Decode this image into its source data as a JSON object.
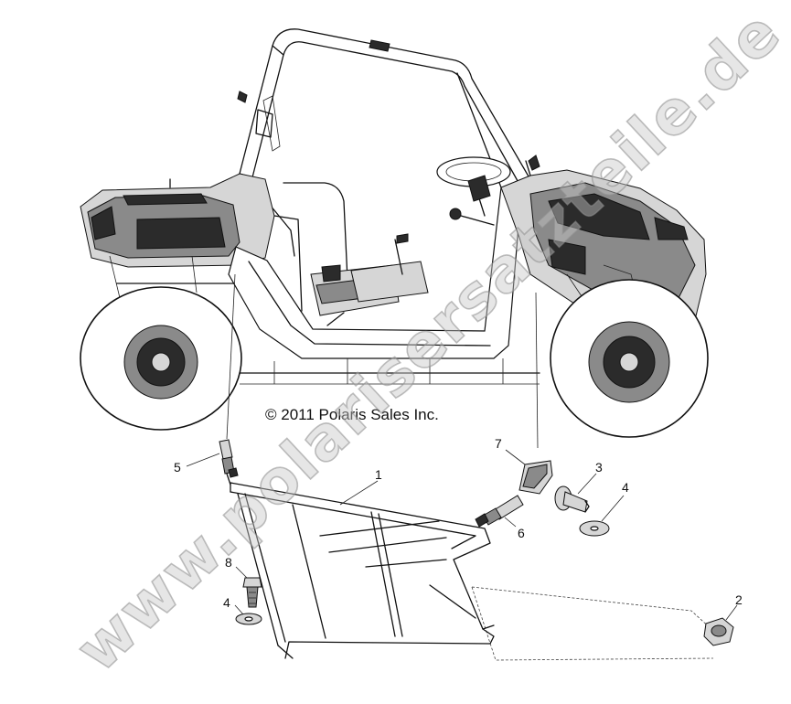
{
  "copyright": "© 2011 Polaris Sales Inc.",
  "watermark": "www.polarisersatzteile.de",
  "callouts": [
    {
      "id": "c1",
      "label": "1"
    },
    {
      "id": "c2",
      "label": "2"
    },
    {
      "id": "c3",
      "label": "3"
    },
    {
      "id": "c4a",
      "label": "4"
    },
    {
      "id": "c4b",
      "label": "4"
    },
    {
      "id": "c5",
      "label": "5"
    },
    {
      "id": "c6",
      "label": "6"
    },
    {
      "id": "c7",
      "label": "7"
    },
    {
      "id": "c8",
      "label": "8"
    }
  ]
}
